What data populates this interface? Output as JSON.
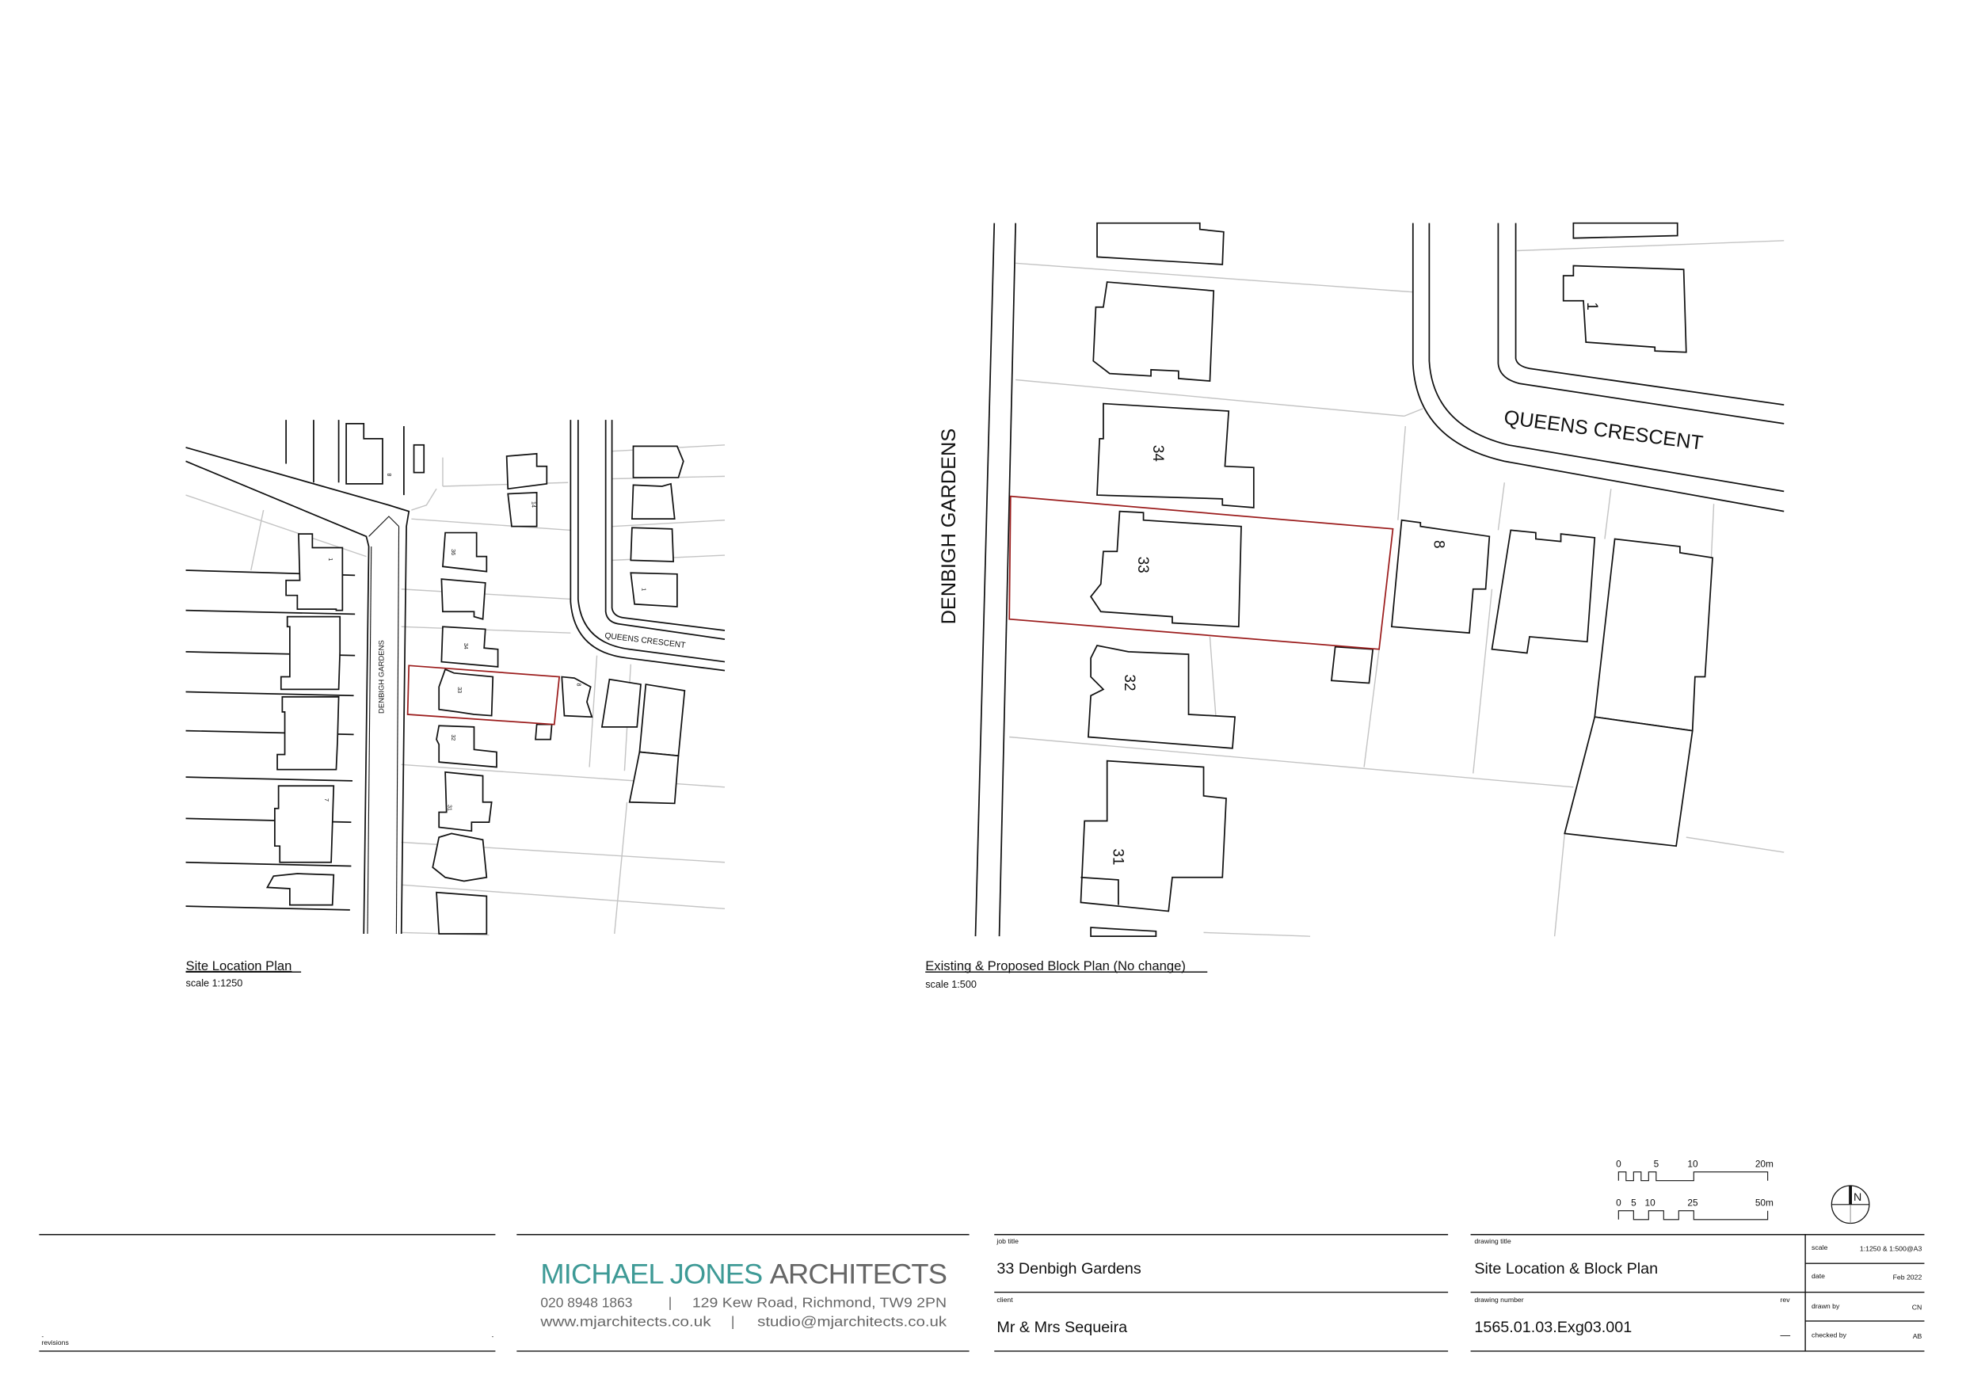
{
  "site_location_plan": {
    "title": "Site Location Plan",
    "scale": "scale 1:1250",
    "road_labels": [
      "DENBIGH GARDENS",
      "QUEENS CRESCENT"
    ],
    "house_numbers": [
      "8",
      "14",
      "36",
      "34",
      "33",
      "32",
      "31",
      "8",
      "1",
      "1",
      "7"
    ],
    "site_boundary_color": "#9b1c1c"
  },
  "block_plan": {
    "title": "Existing & Proposed Block Plan (No change)",
    "scale": "scale 1:500",
    "road_labels": [
      "DENBIGH GARDENS",
      "QUEENS CRESCENT"
    ],
    "house_numbers": [
      "34",
      "33",
      "32",
      "31",
      "8",
      "1"
    ],
    "site_boundary_color": "#9b1c1c"
  },
  "scale_bars": {
    "bar_1250": [
      "0",
      "5",
      "10",
      "20m"
    ],
    "bar_500": [
      "0",
      "5",
      "10",
      "25",
      "50m"
    ]
  },
  "north_arrow": {
    "label": "N",
    "icon": "north-arrow-icon"
  },
  "title_block": {
    "revisions_label": "revisions",
    "revisions_dash_left": "-",
    "revisions_dash_right": "-",
    "firm": {
      "name_part1": "MICHAEL JONES",
      "name_part2": "ARCHITECTS",
      "phone": "020 8948 1863",
      "address": "129 Kew Road, Richmond, TW9 2PN",
      "web": "www.mjarchitects.co.uk",
      "email": "studio@mjarchitects.co.uk",
      "separator": "|",
      "brand_color": "#3e9a96"
    },
    "job_title_label": "job title",
    "job_title": "33 Denbigh Gardens",
    "client_label": "client",
    "client": "Mr & Mrs Sequeira",
    "drawing_title_label": "drawing title",
    "drawing_title": "Site Location & Block Plan",
    "drawing_number_label": "drawing number",
    "drawing_number": "1565.01.03.Exg03.001",
    "rev_label": "rev",
    "rev": "—",
    "scale_label": "scale",
    "scale": "1:1250 & 1:500@A3",
    "date_label": "date",
    "date": "Feb 2022",
    "drawn_by_label": "drawn by",
    "drawn_by": "CN",
    "checked_by_label": "checked by",
    "checked_by": "AB"
  }
}
